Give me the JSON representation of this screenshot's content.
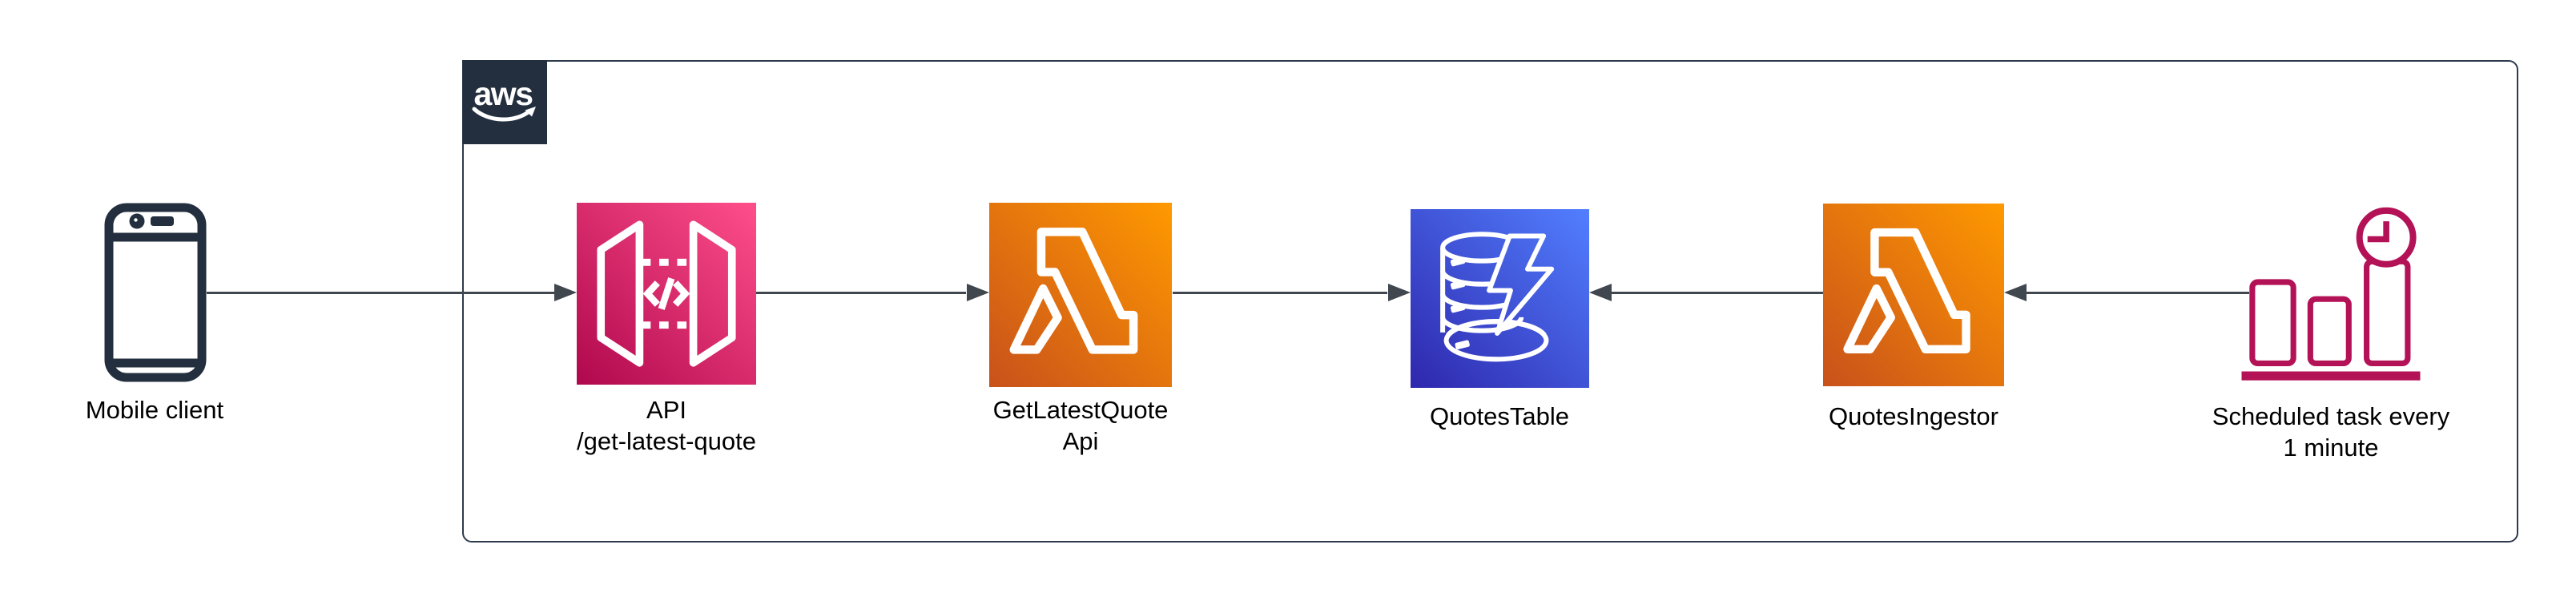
{
  "aws_group": {
    "logo_text": "aws"
  },
  "nodes": {
    "mobile": {
      "label": "Mobile client",
      "icon": "mobile-phone-icon"
    },
    "api_gateway": {
      "label_line1": "API",
      "label_line2": "/get-latest-quote",
      "icon": "amazon-api-gateway-icon"
    },
    "get_latest_quote_api": {
      "label_line1": "GetLatestQuote",
      "label_line2": "Api",
      "icon": "aws-lambda-icon"
    },
    "quotes_table": {
      "label": "QuotesTable",
      "icon": "amazon-dynamodb-icon"
    },
    "quotes_ingestor": {
      "label": "QuotesIngestor",
      "icon": "aws-lambda-icon"
    },
    "scheduled_task": {
      "label_line1": "Scheduled task every",
      "label_line2": "1 minute",
      "icon": "scheduled-task-clock-bars-icon"
    }
  },
  "connections": [
    {
      "from": "mobile",
      "to": "api_gateway"
    },
    {
      "from": "api_gateway",
      "to": "get_latest_quote_api"
    },
    {
      "from": "get_latest_quote_api",
      "to": "quotes_table"
    },
    {
      "from": "quotes_ingestor",
      "to": "quotes_table"
    },
    {
      "from": "scheduled_task",
      "to": "quotes_ingestor"
    }
  ],
  "colors": {
    "api_gateway_gradient": [
      "#B0084D",
      "#FF4F8B"
    ],
    "lambda_gradient": [
      "#C8511B",
      "#FF9900"
    ],
    "dynamodb_gradient": [
      "#2E27AD",
      "#527FFF"
    ],
    "scheduled_task_accent": "#B31256",
    "outline_navy": "#232F3E",
    "arrow_color": "#40474F",
    "group_border": "#2E3B4E",
    "label_color": "#000000"
  }
}
